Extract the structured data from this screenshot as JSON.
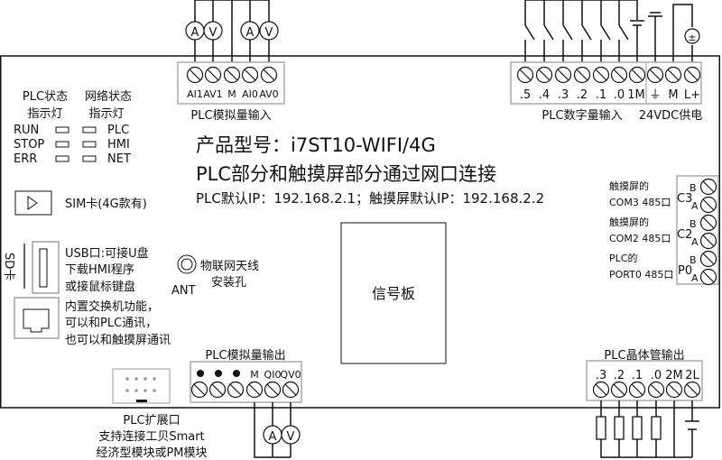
{
  "analog_input": {
    "terminals": [
      "AI1",
      "AV1",
      "M",
      "AI0",
      "AV0"
    ],
    "caption": "PLC模拟量输入",
    "meters": [
      "A",
      "V",
      "A",
      "V"
    ]
  },
  "digital_input": {
    "terminals": [
      ".5",
      ".4",
      ".3",
      ".2",
      ".1",
      ".0",
      "1M"
    ],
    "caption": "PLC数字量输入"
  },
  "power": {
    "terminals": [
      "⏚",
      "M",
      "L+"
    ],
    "caption": "24VDC供电",
    "source_symbol": "±"
  },
  "leds": {
    "plc_header": [
      "PLC状态",
      "指示灯"
    ],
    "net_header": [
      "网络状态",
      "指示灯"
    ],
    "plc": [
      "RUN",
      "STOP",
      "ERR"
    ],
    "net": [
      "PLC",
      "HMI",
      "NET"
    ]
  },
  "title": {
    "model": "产品型号：i7ST10-WIFI/4G",
    "subtitle": "PLC部分和触摸屏部分通过网口连接",
    "ip": "PLC默认IP：192.168.2.1；触摸屏默认IP：192.168.2.2"
  },
  "sim": {
    "label": "SIM卡(4G款有)"
  },
  "sd": {
    "label": "SD卡"
  },
  "usb": {
    "lines": [
      "USB口:可接U盘",
      "下载HMI程序",
      "或接鼠标键盘"
    ]
  },
  "ethernet": {
    "lines": [
      "内置交换机功能，",
      "可以和PLC通讯，",
      "也可以和触摸屏通讯"
    ]
  },
  "antenna": {
    "lines": [
      "物联网天线",
      "安装孔"
    ],
    "label": "ANT"
  },
  "signal_board": {
    "label": "信号板"
  },
  "rs485": {
    "ports": [
      {
        "desc1": "触摸屏的",
        "desc2": "COM3 485口",
        "name": "C3"
      },
      {
        "desc1": "触摸屏的",
        "desc2": "COM2 485口",
        "name": "C2"
      },
      {
        "desc1": "PLC的",
        "desc2": "PORT0 485口",
        "name": "P0"
      }
    ],
    "pins": [
      "B",
      "A"
    ]
  },
  "expansion": {
    "lines": [
      "PLC扩展口",
      "支持连接工贝Smart",
      "经济型模块或PM模块"
    ]
  },
  "analog_output": {
    "caption": "PLC模拟量输出",
    "terminals": [
      "M",
      "QI0",
      "QV0"
    ],
    "meters": [
      "A",
      "V"
    ]
  },
  "transistor_output": {
    "caption": "PLC晶体管输出",
    "terminals": [
      ".3",
      ".2",
      ".1",
      ".0",
      "2M",
      "2L"
    ]
  }
}
